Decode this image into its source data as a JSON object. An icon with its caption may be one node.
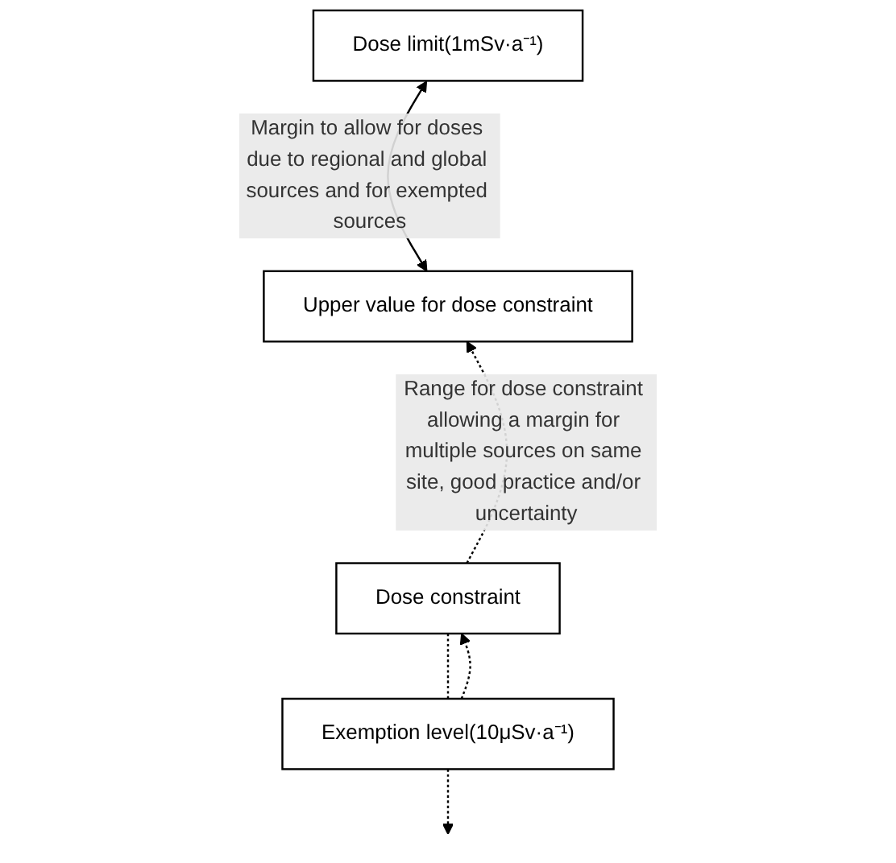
{
  "diagram": {
    "nodes": [
      {
        "text": [
          "Dose limit(1mSv·a⁻¹)"
        ]
      },
      {
        "text": [
          "Upper value for dose constraint"
        ]
      },
      {
        "text": [
          "Dose constraint"
        ]
      },
      {
        "text": [
          "Exemption level(10μSv·a⁻¹)"
        ]
      }
    ],
    "edges": [
      {
        "from": 0,
        "to": 1,
        "arrow": "both",
        "label": "Margin to allow for doses due to regional and global sources and for exempted sources"
      },
      {
        "from": 2,
        "to": 1,
        "arrow": "to",
        "style": "dashed",
        "label": "Range for dose constraint allowing a margin for multiple sources on same site, good practice and/or uncertainty"
      },
      {
        "from": 3,
        "to": 2,
        "arrow": "none",
        "style": "dashed"
      },
      {
        "from": 3,
        "to": 2,
        "arrow": "to",
        "style": "dashed"
      },
      {
        "from": 3,
        "to": null,
        "arrow": "to",
        "style": "dashed"
      }
    ]
  }
}
